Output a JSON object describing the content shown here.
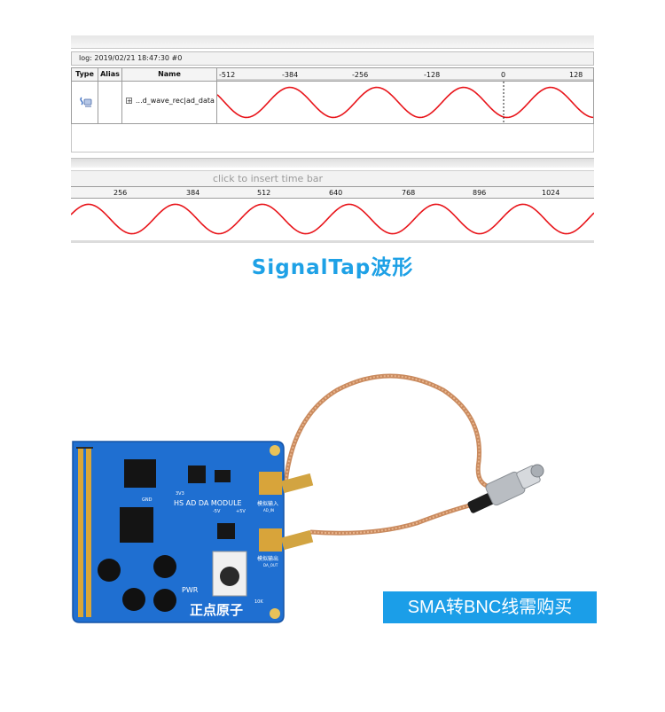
{
  "signaltap": {
    "log_label": "log: 2019/02/21 18:47:30  #0",
    "columns": {
      "type": "Type",
      "alias": "Alias",
      "name": "Name"
    },
    "node": {
      "expand": "+",
      "name": "...d_wave_rec|ad_data",
      "icon": "bus-node-icon"
    },
    "timebar_hint": "click to insert time bar",
    "ruler_top": [
      "-512",
      "-384",
      "-256",
      "-128",
      "0",
      "128"
    ],
    "ruler_bottom": [
      "256",
      "384",
      "512",
      "640",
      "768",
      "896",
      "1024"
    ],
    "waveform_color": "#e8141a",
    "trigger_marker_label": "0"
  },
  "caption": "SignalTap波形",
  "caption_color": "#1ea1e6",
  "photo": {
    "board_silkscreen": {
      "module": "HS AD DA MODULE",
      "brand": "正点原子",
      "pwr": "PWR",
      "analog_in": "模拟输入",
      "analog_in_code": "AD_IN",
      "analog_out": "模拟输出",
      "analog_out_code": "DA_OUT",
      "volt_pos": "+5V",
      "volt_neg": "-5V",
      "pot_value": "10K",
      "gnd": "GND",
      "v33": "3V3"
    },
    "overlay_label": "SMA转BNC线需购买",
    "overlay_color": "#1b9ee8"
  }
}
